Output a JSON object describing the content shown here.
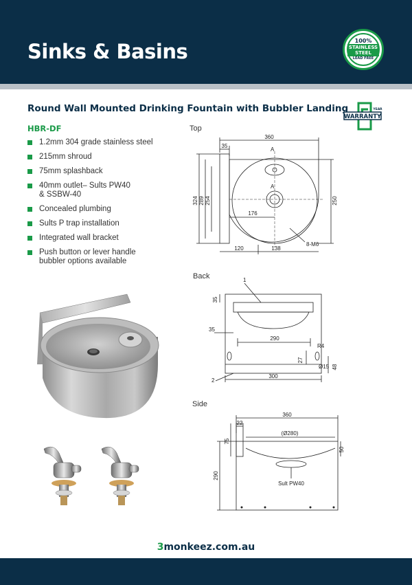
{
  "header": {
    "title": "Sinks & Basins",
    "badge": {
      "line1": "100%",
      "line2": "STAINLESS STEEL",
      "line3": "LEAD FREE"
    }
  },
  "product": {
    "title": "Round Wall Mounted Drinking Fountain with Bubbler Landing",
    "model": "HBR-DF",
    "warranty": {
      "number": "5",
      "label": "WARRANTY",
      "unit": "YEAR"
    },
    "features": [
      "1.2mm 304 grade stainless steel",
      "215mm shroud",
      "75mm splashback",
      "40mm outlet– Sults PW40 & SSBW-40",
      "Concealed plumbing",
      "Sults P trap installation",
      "Integrated wall bracket",
      "Push button or lever handle bubbler options available"
    ]
  },
  "drawings": {
    "top": {
      "label": "Top",
      "dims": {
        "width": "360",
        "splash": "35",
        "h324": "324",
        "h289": "289",
        "h254": "254",
        "r176": "176",
        "h250": "250",
        "w120": "120",
        "w138": "138",
        "fix": "8-M6",
        "section": "A"
      }
    },
    "back": {
      "label": "Back",
      "dims": {
        "item1": "1",
        "item2": "2",
        "h35a": "35",
        "h35b": "35",
        "w290": "290",
        "r4": "R4",
        "h27": "27",
        "d15": "Ø15",
        "h48": "48",
        "w300": "300"
      }
    },
    "side": {
      "label": "Side",
      "dims": {
        "width": "360",
        "splash": "22",
        "bowl": "(Ø280)",
        "h75": "75",
        "h290": "290",
        "h50": "50",
        "outlet": "Sult PW40"
      }
    }
  },
  "footer": {
    "url_accent": "3",
    "url_rest": "monkeez.com.au"
  }
}
